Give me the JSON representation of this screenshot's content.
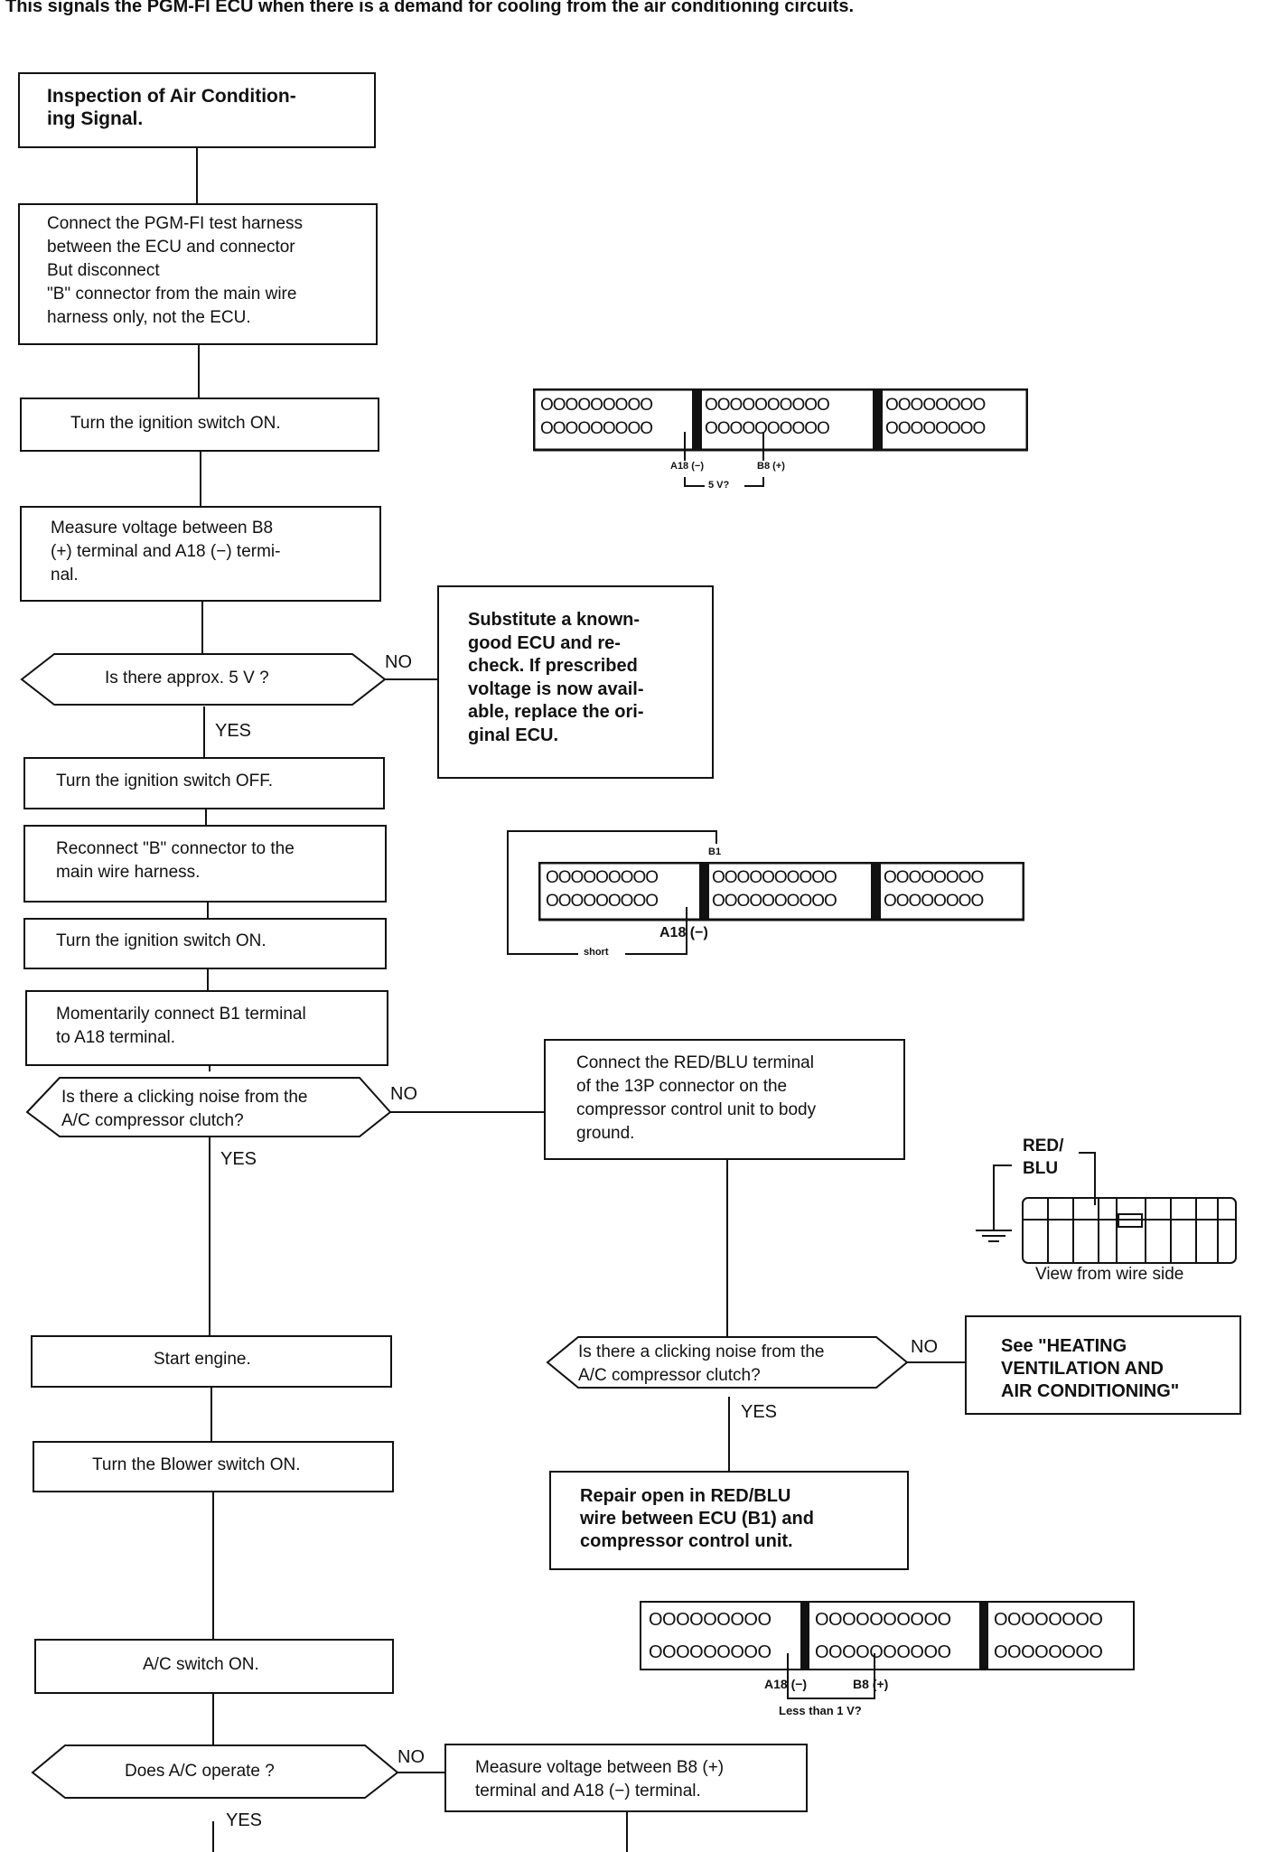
{
  "header_text": "This signals the PGM-FI ECU when there is a demand for cooling from the air conditioning circuits.",
  "steps": {
    "inspection": "Inspection of Air Condition-\ning Signal.",
    "connect_harness": "Connect the PGM-FI test harness\nbetween the ECU and connector\n                       But disconnect\n\"B\" connector from the main wire\nharness only, not the ECU.",
    "ign_on_1": "Turn the ignition switch ON.",
    "measure_b8_a18": "Measure voltage between B8\n(+) terminal and A18 (−) termi-\nnal.",
    "q_5v": "Is there approx. 5 V ?",
    "substitute_ecu": "Substitute a known-\ngood ECU and re-\ncheck. If prescribed\nvoltage is now avail-\nable, replace the ori-\nginal ECU.",
    "ign_off": "Turn the ignition switch OFF.",
    "reconnect_b": "Reconnect \"B\" connector to the\nmain wire harness.",
    "ign_on_2": "Turn the ignition switch ON.",
    "connect_b1_a18": "Momentarily connect B1 terminal\nto A18 terminal.",
    "q_click_1": "Is there a clicking noise from the\nA/C compressor clutch?",
    "connect_redblu": "Connect the RED/BLU terminal\nof the 13P connector on the\ncompressor control unit to body\nground.",
    "start_engine": "Start engine.",
    "q_click_2": "Is there a clicking noise from the\nA/C compressor clutch?",
    "see_heating": "See \"HEATING\nVENTILATION AND\nAIR CONDITIONING\"",
    "blower_on": "Turn the Blower switch ON.",
    "repair_open": "Repair open in RED/BLU\nwire between ECU (B1) and\ncompressor control unit.",
    "ac_switch_on": "A/C switch ON.",
    "q_ac_operate": "Does A/C operate ?",
    "measure_b8_a18_2": "Measure voltage between B8 (+)\nterminal and A18 (−) terminal."
  },
  "labels": {
    "yes": "YES",
    "no": "NO"
  },
  "connector_rows": {
    "a_section": "OOOOOOOOO",
    "b_section": "OOOOOOOOOO",
    "c_section": "OOOOOOOO"
  },
  "connector_labels": {
    "a18_neg": "A18 (−)",
    "b8_pos": "B8 (+)",
    "five_v": "5 V?",
    "b1": "B1",
    "short": "short",
    "less_than_1v": "Less than 1 V?",
    "red_blu": "RED/\nBLU",
    "view_wire_side": "View from wire side"
  }
}
